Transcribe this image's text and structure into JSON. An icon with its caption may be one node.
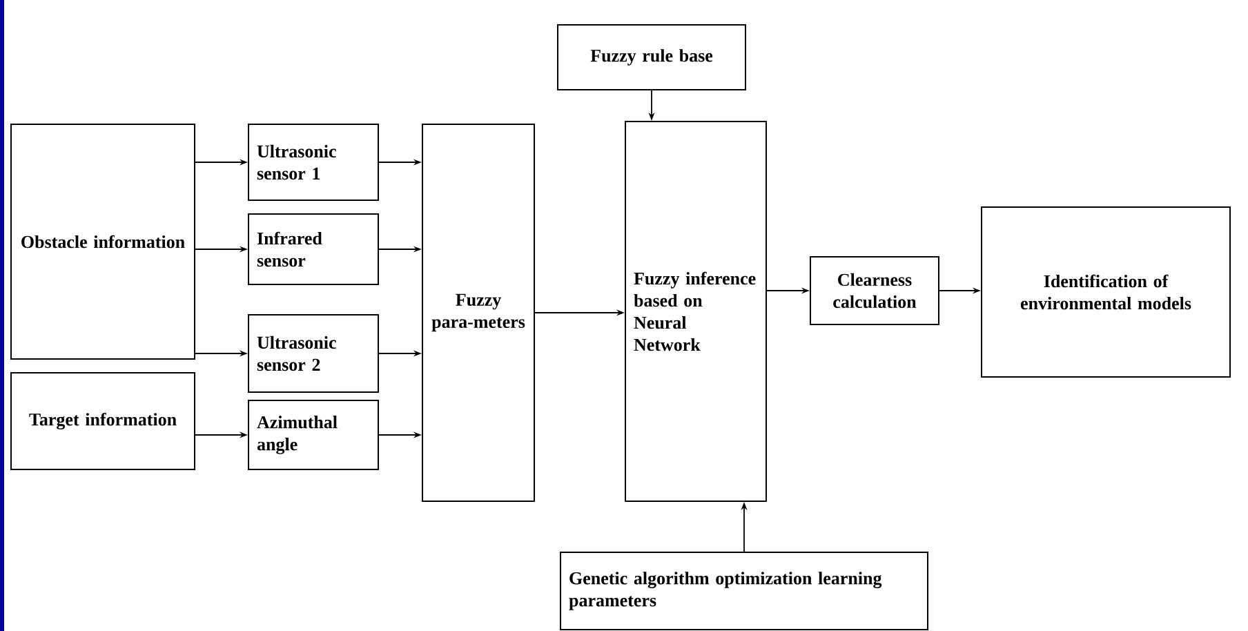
{
  "diagram": {
    "nodes": [
      {
        "text": [
          "Obstacle information"
        ]
      },
      {
        "text": [
          "Target information"
        ]
      },
      {
        "text": [
          "Ultrasonic sensor 1"
        ]
      },
      {
        "text": [
          "Infrared sensor"
        ]
      },
      {
        "text": [
          "Ultrasonic sensor 2"
        ]
      },
      {
        "text": [
          "Azimuthal angle"
        ]
      },
      {
        "text": [
          "Fuzzy para-meters"
        ]
      },
      {
        "text": [
          "Fuzzy rule base"
        ]
      },
      {
        "text": [
          "Fuzzy inference based on Neural Network"
        ]
      },
      {
        "text": [
          "Genetic algorithm optimization learning parameters"
        ]
      },
      {
        "text": [
          "Clearness calculation"
        ]
      },
      {
        "text": [
          "Identification of environmental models"
        ]
      }
    ],
    "edges": [
      {
        "from": 0,
        "to": 2,
        "arrow": "to"
      },
      {
        "from": 0,
        "to": 3,
        "arrow": "to"
      },
      {
        "from": 0,
        "to": 4,
        "arrow": "to"
      },
      {
        "from": 1,
        "to": 5,
        "arrow": "to"
      },
      {
        "from": 2,
        "to": 6,
        "arrow": "to"
      },
      {
        "from": 3,
        "to": 6,
        "arrow": "to"
      },
      {
        "from": 4,
        "to": 6,
        "arrow": "to"
      },
      {
        "from": 5,
        "to": 6,
        "arrow": "to"
      },
      {
        "from": 6,
        "to": 8,
        "arrow": "to"
      },
      {
        "from": 7,
        "to": 8,
        "arrow": "to"
      },
      {
        "from": 9,
        "to": 8,
        "arrow": "to"
      },
      {
        "from": 8,
        "to": 10,
        "arrow": "to"
      },
      {
        "from": 10,
        "to": 11,
        "arrow": "to"
      }
    ]
  }
}
